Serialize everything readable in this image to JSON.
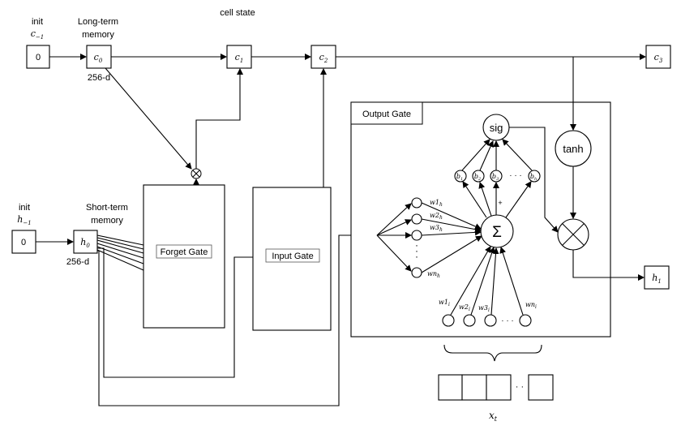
{
  "init_c": {
    "title": "init",
    "sub": "c",
    "sub_idx": "−1",
    "value": "0"
  },
  "long_term": {
    "label_line1": "Long-term",
    "label_line2": "memory",
    "node": "c",
    "node_idx": "0",
    "dim": "256-d"
  },
  "cell_state": {
    "label": "cell state"
  },
  "c1": {
    "node": "c",
    "idx": "1"
  },
  "c2": {
    "node": "c",
    "idx": "2"
  },
  "c3": {
    "node": "c",
    "idx": "3"
  },
  "init_h": {
    "title": "init",
    "sub": "h",
    "sub_idx": "−1",
    "value": "0"
  },
  "short_term": {
    "label_line1": "Short-term",
    "label_line2": "memory",
    "node": "h",
    "node_idx": "0",
    "dim": "256-d"
  },
  "h1": {
    "node": "h",
    "idx": "1"
  },
  "forget_gate": {
    "label": "Forget Gate"
  },
  "input_gate": {
    "label": "Input Gate"
  },
  "output_gate": {
    "label": "Output Gate",
    "sig": "sig",
    "tanh": "tanh",
    "sum_symbol": "Σ",
    "plus": "+",
    "biases": [
      {
        "base": "b",
        "idx": "1"
      },
      {
        "base": "b",
        "idx": "2"
      },
      {
        "base": "b",
        "idx": "3"
      },
      {
        "base": "b",
        "idx": "h"
      }
    ],
    "hidden_weights": [
      {
        "base": "w1",
        "idx": "h"
      },
      {
        "base": "w2",
        "idx": "h"
      },
      {
        "base": "w3",
        "idx": "h"
      },
      {
        "base": "wn",
        "idx": "h"
      }
    ],
    "input_weights": [
      {
        "base": "w1",
        "idx": "i"
      },
      {
        "base": "w2",
        "idx": "i"
      },
      {
        "base": "w3",
        "idx": "i"
      },
      {
        "base": "wn",
        "idx": "i"
      }
    ],
    "ellipsis_h": "· · ·",
    "ellipsis_v": "·\n·\n·"
  },
  "x_input": {
    "label": "x",
    "idx": "t",
    "ellipsis": "· ·"
  }
}
